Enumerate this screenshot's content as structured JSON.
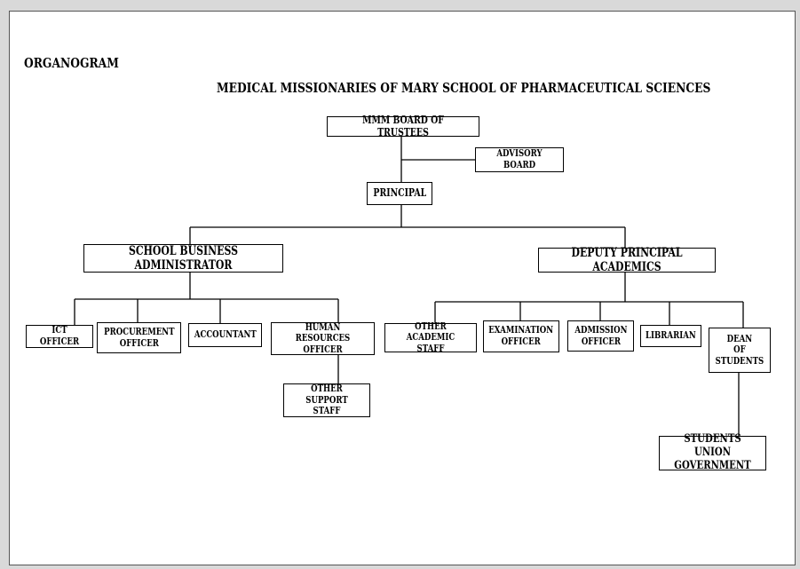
{
  "header": {
    "label": "ORGANOGRAM",
    "title": "MEDICAL MISSIONARIES OF MARY SCHOOL OF PHARMACEUTICAL SCIENCES"
  },
  "nodes": {
    "board_of_trustees": "MMM BOARD OF TRUSTEES",
    "advisory_board": "ADVISORY BOARD",
    "principal": "PRINCIPAL",
    "school_business_administrator": "SCHOOL BUSINESS ADMINISTRATOR",
    "deputy_principal_academics": "DEPUTY PRINCIPAL ACADEMICS",
    "ict_officer": "ICT OFFICER",
    "procurement_officer": "PROCUREMENT\nOFFICER",
    "accountant": "ACCOUNTANT",
    "human_resources_officer": "HUMAN RESOURCES\nOFFICER",
    "other_support_staff": "OTHER SUPPORT\nSTAFF",
    "other_academic_staff": "OTHER ACADEMIC\nSTAFF",
    "examination_officer": "EXAMINATION\nOFFICER",
    "admission_officer": "ADMISSION\nOFFICER",
    "librarian": "LIBRARIAN",
    "dean_of_students": "DEAN\nOF\nSTUDENTS",
    "students_union_government": "STUDENTS UNION\nGOVERNMENT"
  }
}
